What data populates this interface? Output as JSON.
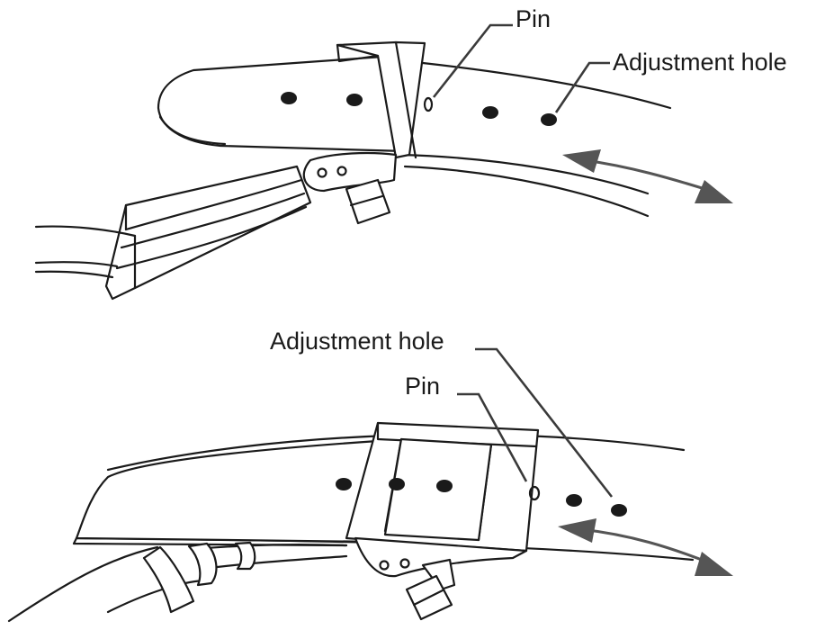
{
  "figure": {
    "top": {
      "pin_label": "Pin",
      "adjustment_hole_label": "Adjustment hole"
    },
    "bottom": {
      "pin_label": "Pin",
      "adjustment_hole_label": "Adjustment hole"
    }
  },
  "colors": {
    "line": "#1a1a1a",
    "leader": "#3a3a3a",
    "arrow": "#555555",
    "background": "#ffffff"
  }
}
